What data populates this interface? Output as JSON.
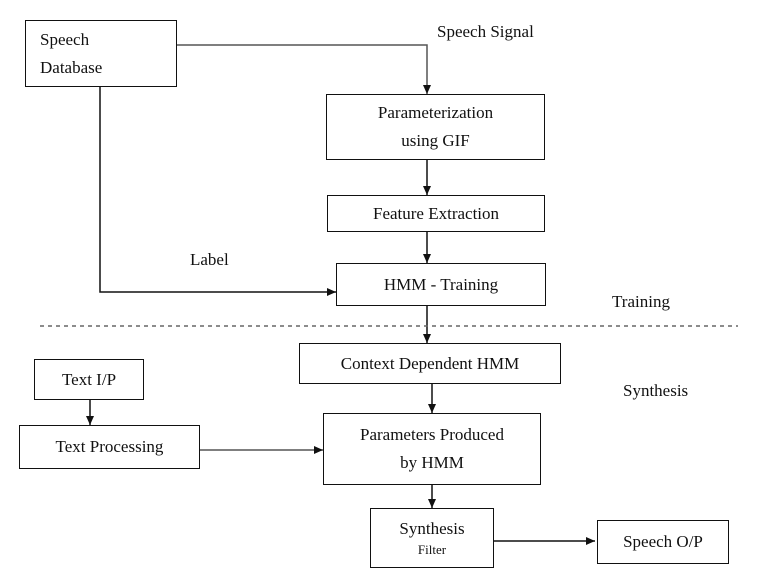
{
  "diagram": {
    "boxes": {
      "speech_database": {
        "line1": "Speech",
        "line2": "Database"
      },
      "parameterization": {
        "line1": "Parameterization",
        "line2": "using GIF"
      },
      "feature_extraction": "Feature Extraction",
      "hmm_training": "HMM - Training",
      "context_dependent_hmm": "Context Dependent HMM",
      "text_ip": "Text I/P",
      "text_processing": "Text Processing",
      "parameters_produced": {
        "line1": "Parameters Produced",
        "line2": "by HMM"
      },
      "synthesis_filter": {
        "line1": "Synthesis",
        "line2": "Filter"
      },
      "speech_op": "Speech O/P"
    },
    "labels": {
      "speech_signal": "Speech Signal",
      "label": "Label",
      "training": "Training",
      "synthesis": "Synthesis"
    }
  }
}
